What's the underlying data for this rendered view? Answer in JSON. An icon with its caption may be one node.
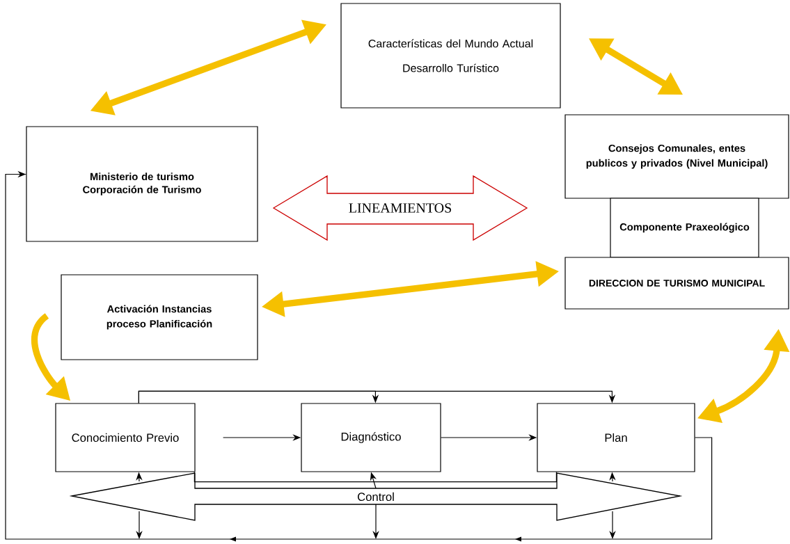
{
  "diagram": {
    "nodes": [
      {
        "text": [
          "Características del Mundo Actual",
          "Desarrollo Turístico"
        ]
      },
      {
        "text": [
          "Ministerio de turismo Corporación de Turismo"
        ]
      },
      {
        "text": [
          "Consejos Comunales, entes publicos y privados (Nivel Municipal)"
        ]
      },
      {
        "text": [
          "Componente Praxeológico"
        ]
      },
      {
        "text": [
          "DIRECCION DE TURISMO MUNICIPAL"
        ]
      },
      {
        "text": [
          "LINEAMIENTOS"
        ]
      },
      {
        "text": [
          "Activación Instancias proceso Planificación"
        ]
      },
      {
        "text": [
          "Conocimiento Previo"
        ]
      },
      {
        "text": [
          "Diagnóstico"
        ]
      },
      {
        "text": [
          "Plan"
        ]
      },
      {
        "text": [
          "Control"
        ]
      }
    ],
    "edges": [
      {
        "from": 1,
        "to": 0,
        "arrow": "both",
        "style": "thick",
        "color": "#f5c000"
      },
      {
        "from": 0,
        "to": 2,
        "arrow": "both",
        "style": "thick",
        "color": "#f5c000"
      },
      {
        "from": 6,
        "to": 4,
        "arrow": "both",
        "style": "thick",
        "color": "#f5c000"
      },
      {
        "from": 6,
        "to": 7,
        "arrow": "to",
        "style": "thick",
        "color": "#f5c000"
      },
      {
        "from": 4,
        "to": 9,
        "arrow": "both",
        "style": "thick",
        "color": "#f5c000"
      },
      {
        "from": 7,
        "to": 8,
        "arrow": "to"
      },
      {
        "from": 8,
        "to": 9,
        "arrow": "to"
      },
      {
        "from": 7,
        "to": 8,
        "arrow": "to"
      },
      {
        "from": 7,
        "to": 9,
        "arrow": "to"
      },
      {
        "from": 9,
        "to": 1,
        "arrow": "to"
      },
      {
        "from": 7,
        "to": 9,
        "arrow": "none"
      },
      {
        "from": 10,
        "to": 7,
        "arrow": "to"
      },
      {
        "from": 10,
        "to": 8,
        "arrow": "to"
      },
      {
        "from": 10,
        "to": 9,
        "arrow": "to"
      },
      {
        "from": 10,
        "to": null,
        "arrow": "to"
      },
      {
        "from": 10,
        "to": null,
        "arrow": "to"
      },
      {
        "from": 10,
        "to": null,
        "arrow": "to"
      }
    ]
  }
}
